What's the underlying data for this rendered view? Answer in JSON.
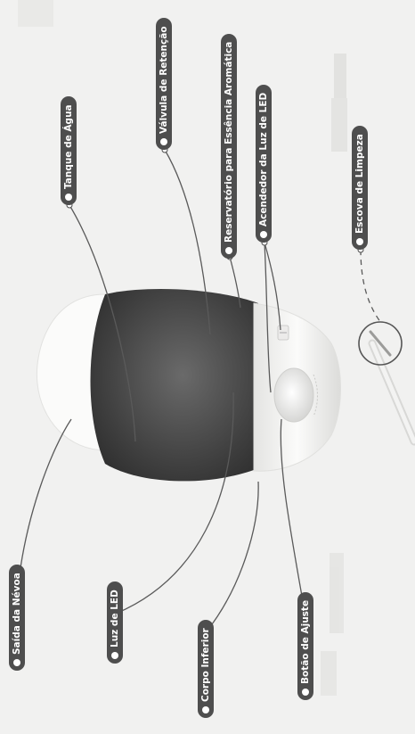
{
  "diagram": {
    "labels": {
      "saida_nevoa": "Saída da Névoa",
      "luz_led": "Luz de LED",
      "corpo_inferior": "Corpo Inferior",
      "botao_ajuste": "Botão de Ajuste",
      "tanque_agua": "Tanque de Água",
      "valvula_retencao": "Válvula de Retenção",
      "reservatorio_essencia": "Reservatório para Essência Aromática",
      "acendedor_led": "Acendedor da Luz de LED",
      "escova_limpeza": "Escova de Limpeza"
    },
    "colors": {
      "label_bg": "#4e4e4e",
      "leader_line": "#5a5a5a",
      "tank_dark": "#3f3f3f",
      "body_white": "#f7f7f6"
    }
  }
}
